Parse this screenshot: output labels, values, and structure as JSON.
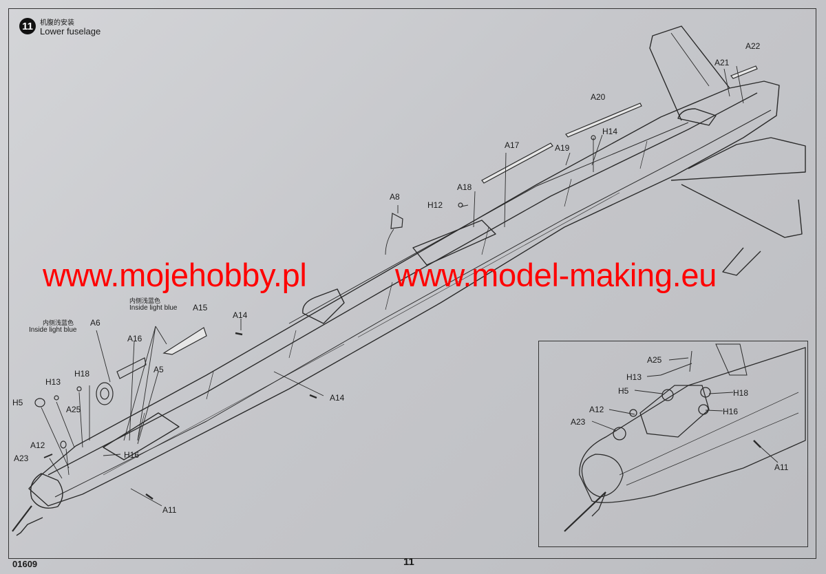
{
  "step": {
    "number": "11",
    "title_cn": "机腹的安装",
    "title_en": "Lower fuselage"
  },
  "watermark": {
    "left": "www.mojehobby.pl",
    "right": "www.model-making.eu"
  },
  "footer": {
    "code": "01609",
    "page": "11"
  },
  "callouts": {
    "a22": "A22",
    "a21": "A21",
    "a20": "A20",
    "h14": "H14",
    "a17": "A17",
    "a19": "A19",
    "a18": "A18",
    "a8": "A8",
    "h12": "H12",
    "a15": "A15",
    "a14_top": "A14",
    "a14_low": "A14",
    "a16": "A16",
    "a6": "A6",
    "a5": "A5",
    "h18": "H18",
    "h13": "H13",
    "h5": "H5",
    "a25": "A25",
    "a12": "A12",
    "a23": "A23",
    "h16": "H16",
    "a11": "A11"
  },
  "paint_notes": [
    {
      "cn": "内侧浅蓝色",
      "en": "Inside light blue"
    },
    {
      "cn": "内侧浅蓝色",
      "en": "Inside light blue"
    }
  ],
  "inset": {
    "callouts": {
      "a25": "A25",
      "h13": "H13",
      "h5": "H5",
      "h18": "H18",
      "a12": "A12",
      "h16": "H16",
      "a23": "A23",
      "a11": "A11"
    }
  }
}
